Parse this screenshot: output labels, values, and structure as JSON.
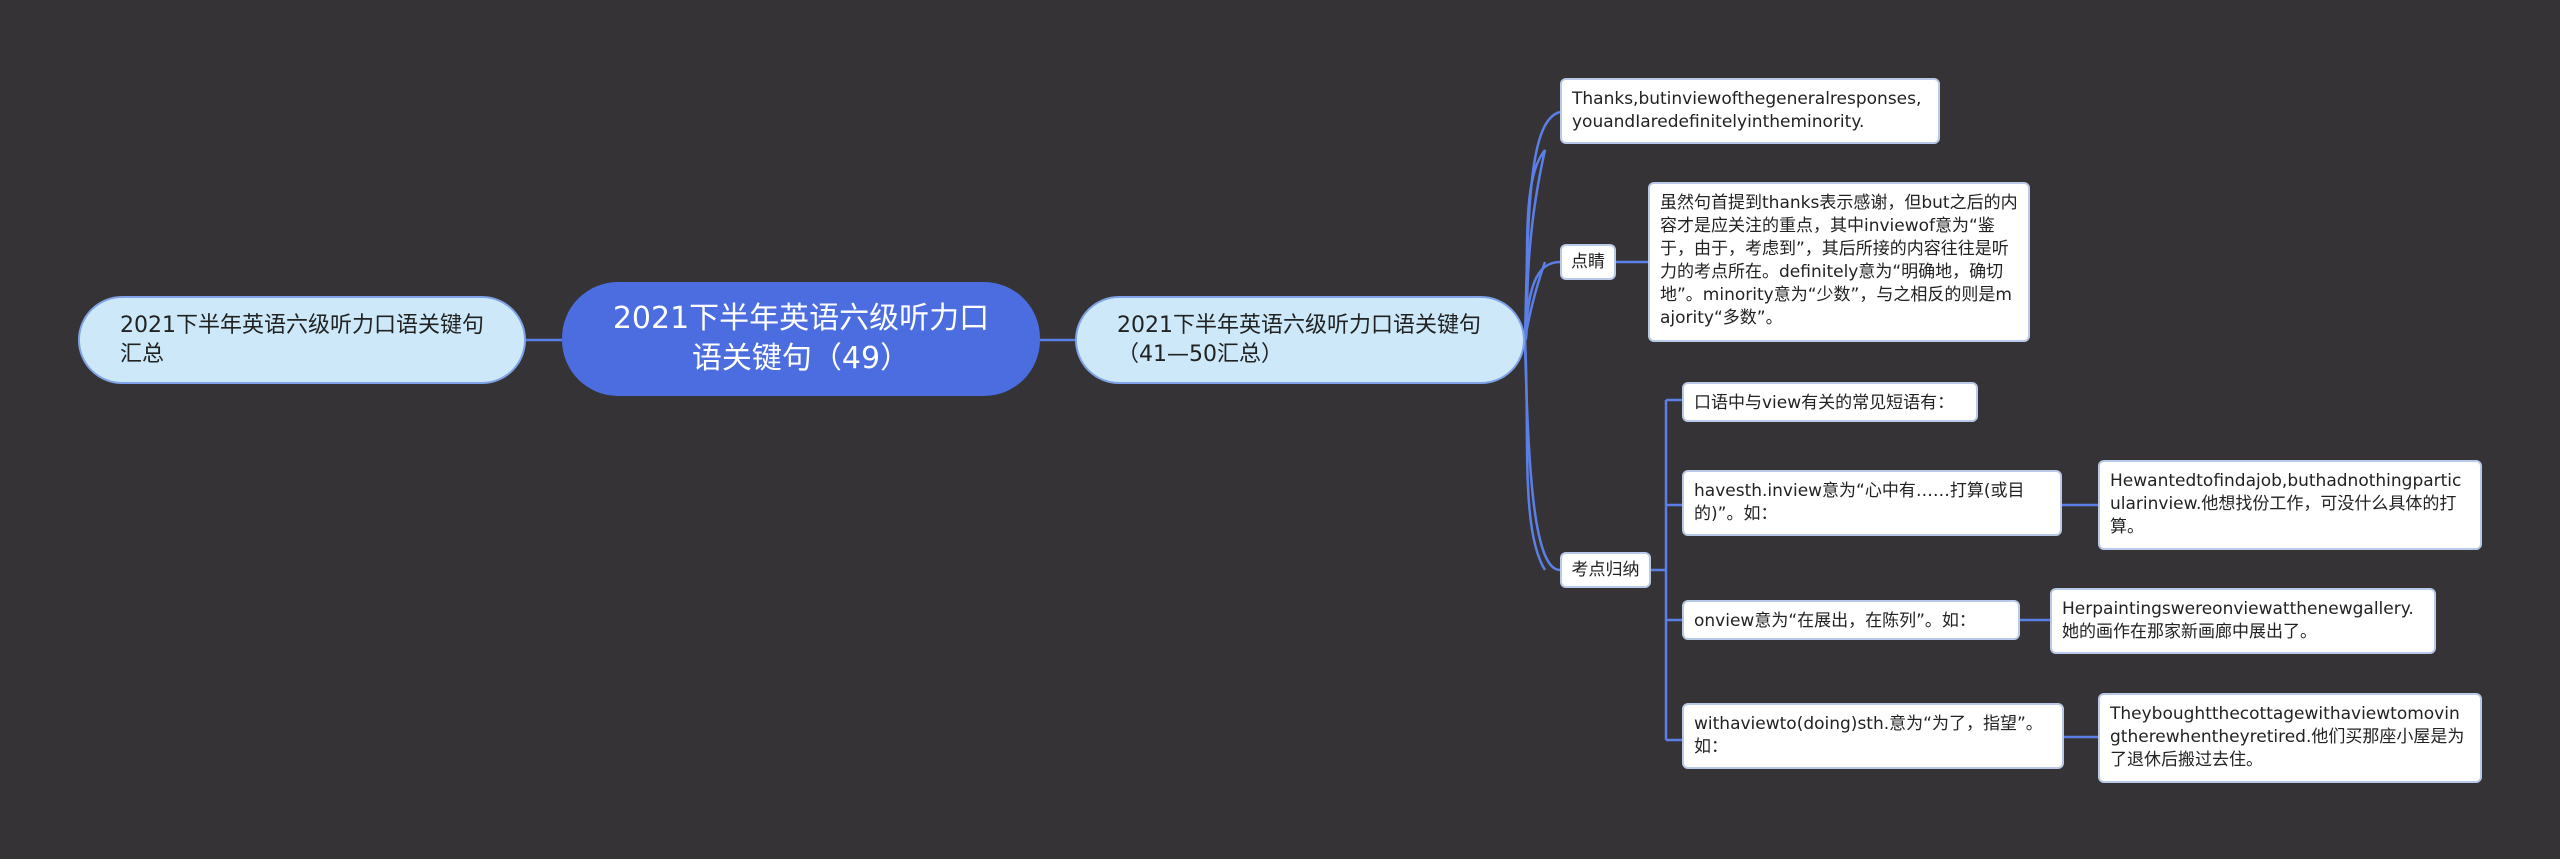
{
  "root": {
    "label": "2021下半年英语六级听力口语关键句（49）"
  },
  "left": {
    "label": "2021下半年英语六级听力口语关键句汇总"
  },
  "right": {
    "label": "2021下半年英语六级听力口语关键句（41—50汇总）"
  },
  "sentence": {
    "label": "Thanks,butinviewofthegeneralresponses,youandIaredefinitelyintheminority."
  },
  "dianjing": {
    "label": "点睛",
    "note": "虽然句首提到thanks表示感谢，但but之后的内容才是应关注的重点，其中inviewof意为“鉴于，由于，考虑到”，其后所接的内容往往是听力的考点所在。definitely意为“明确地，确切地”。minority意为“少数”，与之相反的则是majority“多数”。"
  },
  "kaodian": {
    "label": "考点归纳",
    "intro": "口语中与view有关的常见短语有：",
    "items": [
      {
        "phrase": "havesth.inview意为“心中有……打算(或目的)”。如：",
        "example": "Hewantedtofindajob,buthadnothingparticularinview.他想找份工作，可没什么具体的打算。"
      },
      {
        "phrase": "onview意为“在展出，在陈列”。如：",
        "example": "Herpaintingswereonviewatthenewgallery.她的画作在那家新画廊中展出了。"
      },
      {
        "phrase": "withaviewto(doing)sth.意为“为了，指望”。如：",
        "example": "Theyboughtthecottagewithaviewtomovingtherewhentheyretired.他们买那座小屋是为了退休后搬过去住。"
      }
    ]
  },
  "colors": {
    "background": "#353335",
    "root": "#4b6ddf",
    "main": "#cde9f9",
    "link": "#5b7fe6"
  }
}
